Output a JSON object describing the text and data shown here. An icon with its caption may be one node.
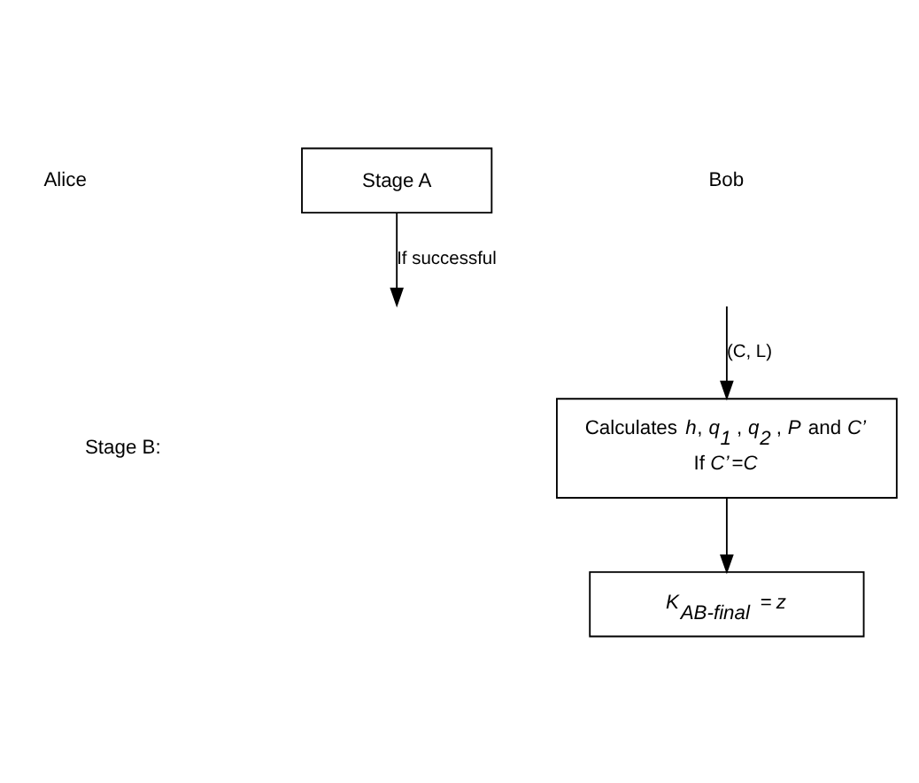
{
  "diagram": {
    "nodes": [
      {
        "text": [
          "Stage A"
        ]
      },
      {
        "text": [
          "Calculates *h*, *q*$_{1}$, *q*$_{2}$, *P* and *C’*",
          "If *C’*=*C*"
        ]
      },
      {
        "text": [
          "*K*$_{AB-final}$ = *z*"
        ]
      }
    ],
    "edges": [
      {
        "from": 0,
        "to": null,
        "arrow": "to",
        "label": "If successful"
      },
      {
        "from": null,
        "to": 1,
        "arrow": "to",
        "label": "(C, L)"
      },
      {
        "from": 1,
        "to": 2,
        "arrow": "to"
      }
    ],
    "labels": [
      "Alice",
      "Bob",
      "Stage B:"
    ]
  }
}
